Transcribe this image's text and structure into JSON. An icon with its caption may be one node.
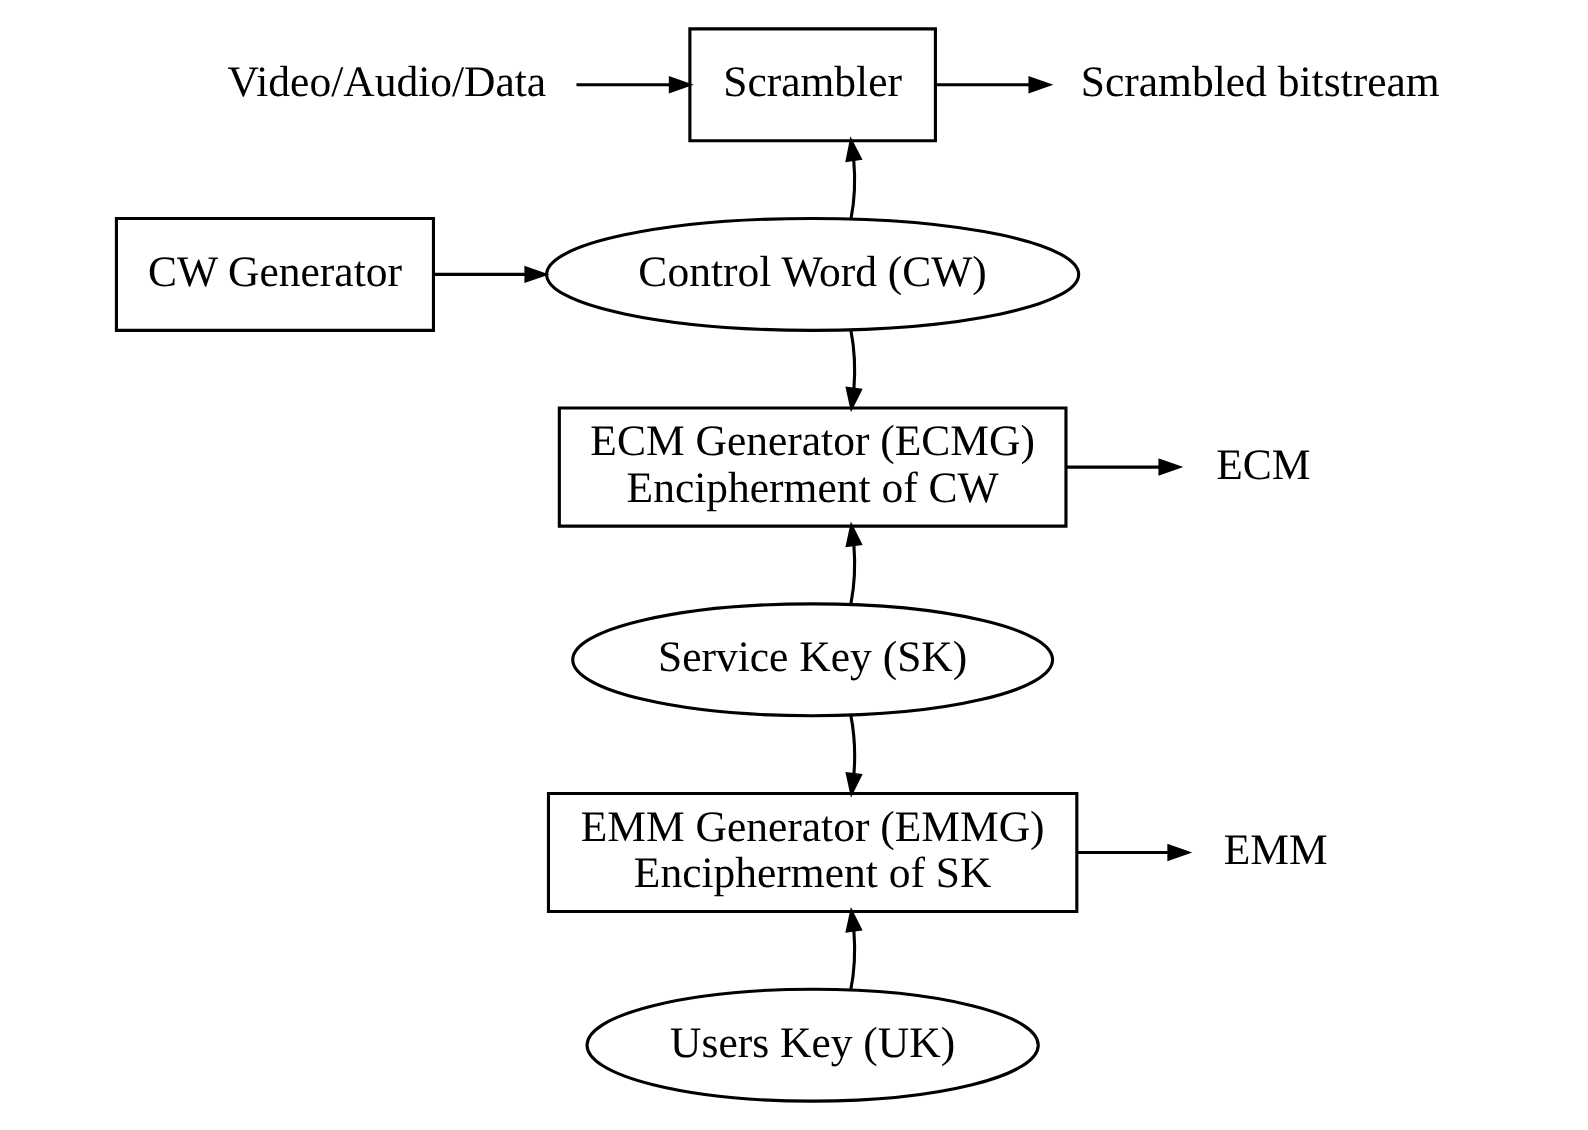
{
  "diagram": {
    "nodes": [
      {
        "text": [
          "Video/Audio/Data"
        ]
      },
      {
        "text": [
          "Scrambler"
        ]
      },
      {
        "text": [
          "Scrambled bitstream"
        ]
      },
      {
        "text": [
          "CW Generator"
        ]
      },
      {
        "text": [
          "Control Word (CW)"
        ]
      },
      {
        "text": [
          "ECM Generator (ECMG)",
          "Encipherment of CW"
        ]
      },
      {
        "text": [
          "ECM"
        ]
      },
      {
        "text": [
          "Service Key (SK)"
        ]
      },
      {
        "text": [
          "EMM Generator (EMMG)",
          "Encipherment of SK"
        ]
      },
      {
        "text": [
          "EMM"
        ]
      },
      {
        "text": [
          "Users Key (UK)"
        ]
      }
    ],
    "edges": [
      {
        "from": 0,
        "to": 1,
        "arrow": "to"
      },
      {
        "from": 1,
        "to": 2,
        "arrow": "to"
      },
      {
        "from": 3,
        "to": 4,
        "arrow": "to"
      },
      {
        "from": 4,
        "to": 1,
        "arrow": "to"
      },
      {
        "from": 4,
        "to": 5,
        "arrow": "to"
      },
      {
        "from": 5,
        "to": 6,
        "arrow": "to"
      },
      {
        "from": 7,
        "to": 5,
        "arrow": "to"
      },
      {
        "from": 7,
        "to": 8,
        "arrow": "to"
      },
      {
        "from": 8,
        "to": 9,
        "arrow": "to"
      },
      {
        "from": 10,
        "to": 8,
        "arrow": "to"
      }
    ]
  }
}
